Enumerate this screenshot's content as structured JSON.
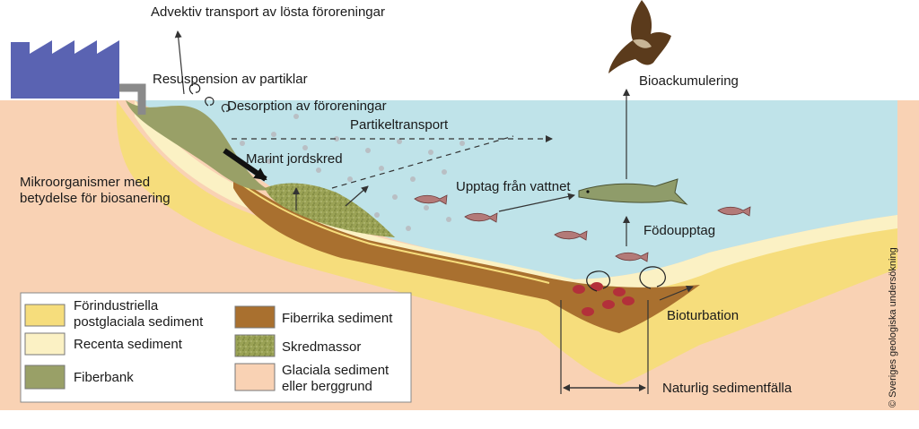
{
  "labels": {
    "advective": "Advektiv transport av lösta föroreningar",
    "resuspension": "Resuspension av partiklar",
    "desorption": "Desorption av föroreningar",
    "particle_transport": "Partikeltransport",
    "marine_landslide": "Marint jordskred",
    "microorganisms_1": "Mikroorganismer med",
    "microorganisms_2": "betydelse för biosanering",
    "uptake_water": "Upptag från vattnet",
    "bioaccumulation": "Bioackumulering",
    "food_uptake": "Födoupptag",
    "bioturbation": "Bioturbation",
    "sediment_trap": "Naturlig sedimentfälla",
    "copyright": "© Sveriges geologiska undersökning"
  },
  "legend": {
    "preindustrial_1": "Förindustriella",
    "preindustrial_2": "postglaciala sediment",
    "recent": "Recenta sediment",
    "fiberbank": "Fiberbank",
    "fiber_rich": "Fiberrika sediment",
    "slide_masses": "Skredmassor",
    "glacial_1": "Glaciala sediment",
    "glacial_2": "eller berggrund"
  },
  "colors": {
    "water": "#bfe3e9",
    "glacial": "#f9d2b4",
    "preindustrial": "#f6dd7c",
    "recent": "#fbf1c4",
    "fiber_rich": "#a9702f",
    "fiberbank": "#99a067",
    "slide_masses": "#9aa255",
    "factory": "#5a63b2"
  },
  "icons": {
    "factory": "factory-icon",
    "eagle": "eagle-icon",
    "pike": "pike-icon",
    "fish": "fish-icon",
    "worm": "worm-icon"
  }
}
